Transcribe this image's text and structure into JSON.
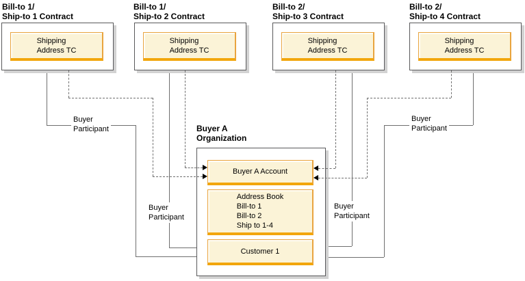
{
  "contracts": [
    {
      "title1": "Bill-to 1/",
      "title2": "Ship-to 1 Contract",
      "box_line1": "Shipping",
      "box_line2": "Address TC"
    },
    {
      "title1": "Bill-to 1/",
      "title2": "Ship-to 2 Contract",
      "box_line1": "Shipping",
      "box_line2": "Address TC"
    },
    {
      "title1": "Bill-to 2/",
      "title2": "Ship-to 3 Contract",
      "box_line1": "Shipping",
      "box_line2": "Address TC"
    },
    {
      "title1": "Bill-to 2/",
      "title2": "Ship-to 4 Contract",
      "box_line1": "Shipping",
      "box_line2": "Address TC"
    }
  ],
  "organization": {
    "title1": "Buyer A",
    "title2": "Organization",
    "account_label": "Buyer A Account",
    "address_book": [
      "Address Book",
      "Bill-to 1",
      "Bill-to 2",
      "Ship to 1-4"
    ],
    "customer_label": "Customer 1"
  },
  "participant_labels": [
    {
      "line1": "Buyer",
      "line2": "Participant"
    },
    {
      "line1": "Buyer",
      "line2": "Participant"
    },
    {
      "line1": "Buyer",
      "line2": "Participant"
    },
    {
      "line1": "Buyer",
      "line2": "Participant"
    }
  ],
  "colors": {
    "inner_fill": "#FBF3D7",
    "inner_border": "#E9A43E",
    "inner_bottom_bar": "#F2A60C",
    "line_gray": "#6E6E6E",
    "box_border": "#58585A",
    "shadow": "#D2D2D2",
    "arrow": "#000000"
  }
}
